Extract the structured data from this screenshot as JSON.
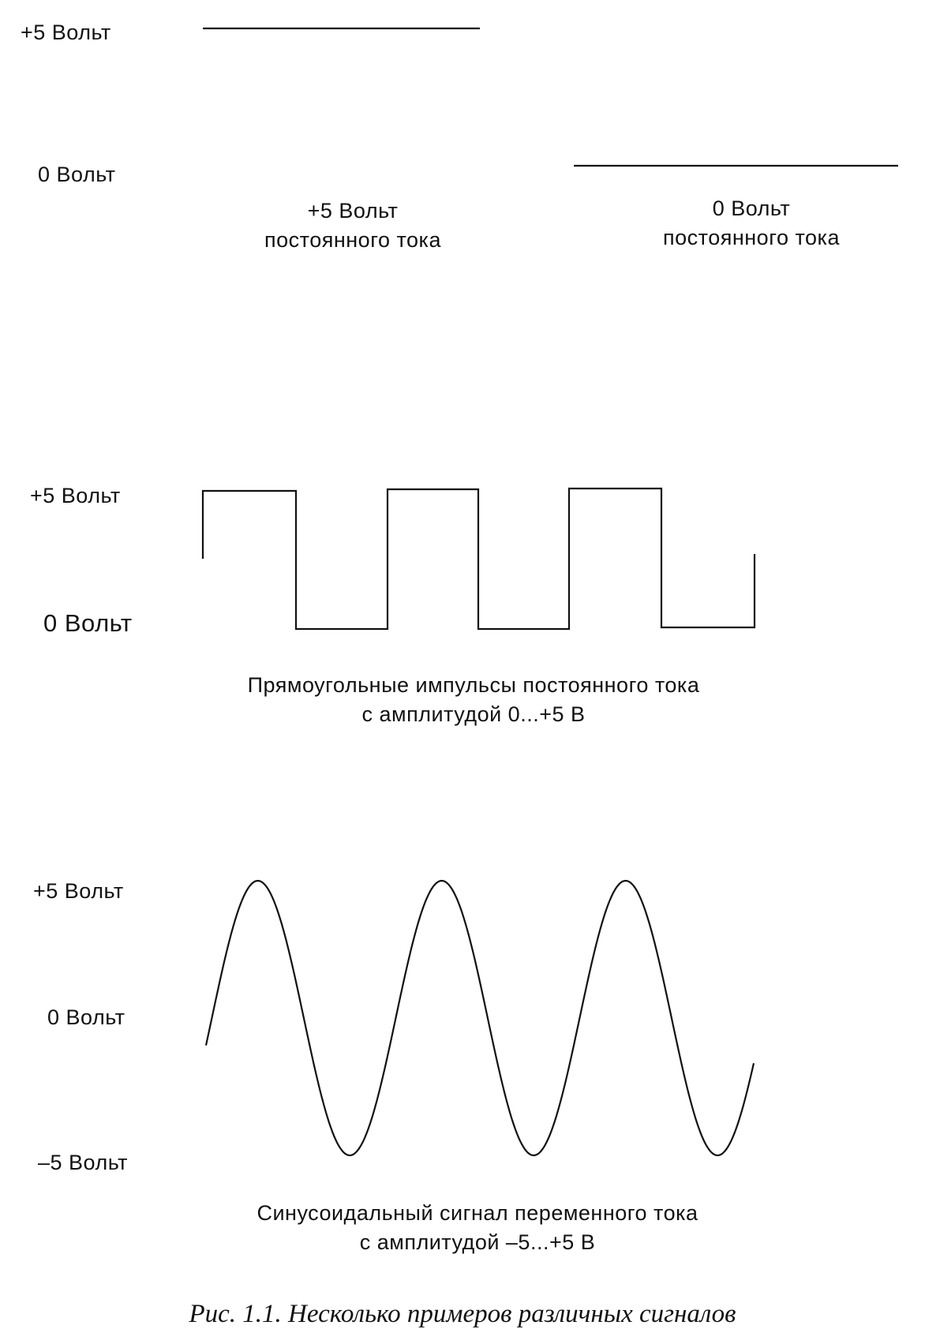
{
  "panels": {
    "dc": {
      "left": {
        "level_label": "+5 Вольт",
        "caption_line1": "+5 Вольт",
        "caption_line2": "постоянного тока"
      },
      "right": {
        "level_label": "0 Вольт",
        "caption_line1": "0 Вольт",
        "caption_line2": "постоянного тока"
      }
    },
    "square": {
      "high_label": "+5 Вольт",
      "low_label": "0 Вольт",
      "caption_line1": "Прямоугольные импульсы постоянного тока",
      "caption_line2": "с амплитудой 0...+5 В"
    },
    "sine": {
      "high_label": "+5 Вольт",
      "zero_label": "0 Вольт",
      "low_label": "–5 Вольт",
      "caption_line1": "Синусоидальный сигнал переменного тока",
      "caption_line2": "с амплитудой –5...+5 В"
    }
  },
  "figure_caption": "Рис. 1.1. Несколько примеров различных сигналов",
  "colors": {
    "ink": "#111111",
    "background": "#ffffff"
  }
}
